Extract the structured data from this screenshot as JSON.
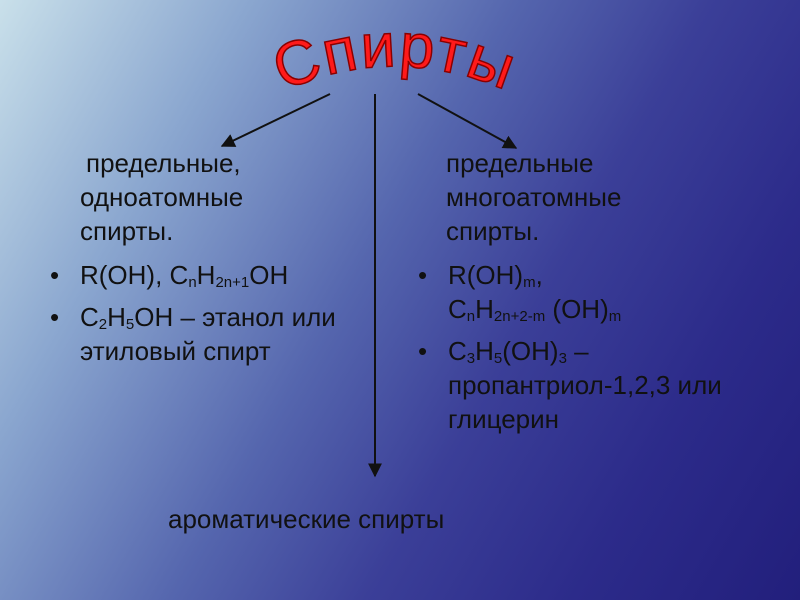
{
  "title": "Спирты",
  "colors": {
    "title_fill": "#ff1a1a",
    "title_stroke": "#8a0000",
    "arrow": "#111111",
    "text": "#111111"
  },
  "left": {
    "heading_lines": [
      "предельные,",
      "одноатомные",
      "спирты."
    ],
    "formula1": {
      "a": "R(OH), C",
      "a_sub": "n",
      "b": "H",
      "b_sub": "2n+1",
      "c": "OH"
    },
    "formula2": {
      "a": "C",
      "a_sub": "2",
      "b": "H",
      "b_sub": "5",
      "c": "OH – этанол или этиловый спирт"
    }
  },
  "right": {
    "heading_lines": [
      "предельные",
      "многоатомные",
      "спирты."
    ],
    "formula1": {
      "line1_a": "R(OH)",
      "line1_sub": "m",
      "line1_b": ",",
      "line2_a": "C",
      "line2_sub1": "n",
      "line2_b": "H",
      "line2_sub2": "2n+2-m",
      "line2_c": " (OH)",
      "line2_sub3": "m"
    },
    "formula2": {
      "a": "C",
      "a_sub": "3",
      "b": "H",
      "b_sub": "5",
      "c": "(OH)",
      "c_sub": "3",
      "d": " – пропантриол-1,2,3 или глицерин"
    }
  },
  "bottom_label": "ароматические спирты"
}
